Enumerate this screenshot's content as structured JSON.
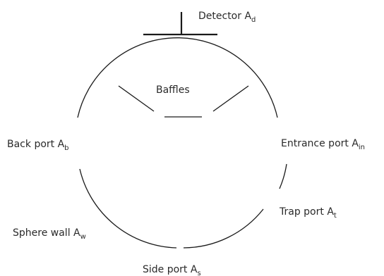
{
  "labels": {
    "detector": {
      "text": "Detector A",
      "sub": "d"
    },
    "baffles": {
      "text": "Baffles"
    },
    "back_port": {
      "text": "Back port A",
      "sub": "b"
    },
    "entrance_port": {
      "text": "Entrance port A",
      "sub": "in"
    },
    "trap_port": {
      "text": "Trap  port A",
      "sub": "t"
    },
    "sphere_wall": {
      "text": "Sphere wall A",
      "sub": "w"
    },
    "side_port": {
      "text": "Side port A",
      "sub": "s"
    }
  }
}
